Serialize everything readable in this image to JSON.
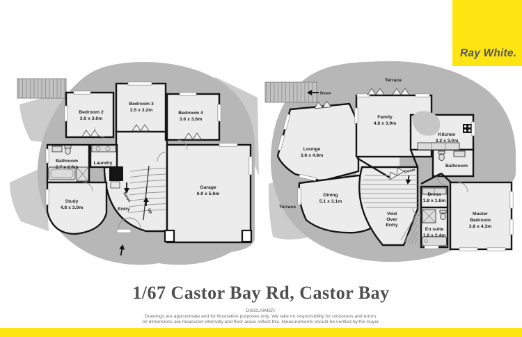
{
  "brand": {
    "name": "Ray White."
  },
  "title": "1/67 Castor Bay Rd, Castor Bay",
  "disclaimer": {
    "heading": "DISCLAIMER.",
    "line1": "Drawings are approximate and for illustration purposes only. We take no responsibility for omissions and errors.",
    "line2": "All dimensions are measured internally and floor areas reflect this. Measurements should be verified by the buyer."
  },
  "colors": {
    "brand_yellow": "#fee511",
    "plan_background_gray": "#b7b7b7",
    "room_fill": "#ececec",
    "wall_color": "#141414"
  },
  "floors": {
    "lower": {
      "bedroom2": {
        "name": "Bedroom 2",
        "dims": "3.6 x 3.6m"
      },
      "bedroom3": {
        "name": "Bedroom 3",
        "dims": "3.5 x 3.2m"
      },
      "bedroom4": {
        "name": "Bedroom 4",
        "dims": "3.6 x 3.6m"
      },
      "bathroom": {
        "name": "Bathroom",
        "dims": "2.7 x 2.5m"
      },
      "laundry": {
        "name": "Laundry"
      },
      "study": {
        "name": "Study",
        "dims": "4.8 x 3.0m"
      },
      "garage": {
        "name": "Garage",
        "dims": "6.0 x 5.6m"
      },
      "entry": {
        "name": "Entry"
      },
      "stairs": {
        "down": "Down",
        "up": "Up"
      }
    },
    "upper": {
      "terrace_top": "Terrace",
      "terrace_side": "Terrace",
      "deck_down": "Down",
      "family": {
        "name": "Family",
        "dims": "4.8 x 3.9m"
      },
      "kitchen": {
        "name": "Kitchen",
        "dims": "2.2 x 3.0m"
      },
      "lounge": {
        "name": "Lounge",
        "dims": "3.8 x 4.8m"
      },
      "bathroom": {
        "name": "Bathroom"
      },
      "dining": {
        "name": "Dining",
        "dims": "5.1 x 3.1m"
      },
      "void": {
        "l1": "Void",
        "l2": "Over",
        "l3": "Entry"
      },
      "dress": {
        "name": "Dress",
        "dims": "1.8 x 1.6m"
      },
      "ensuite": {
        "name": "En suite",
        "dims": "1.8 x 2.4m"
      },
      "master": {
        "l1": "Master",
        "l2": "Bedroom",
        "dims": "3.8 x 4.3m"
      },
      "stairs_down": "Down"
    }
  }
}
